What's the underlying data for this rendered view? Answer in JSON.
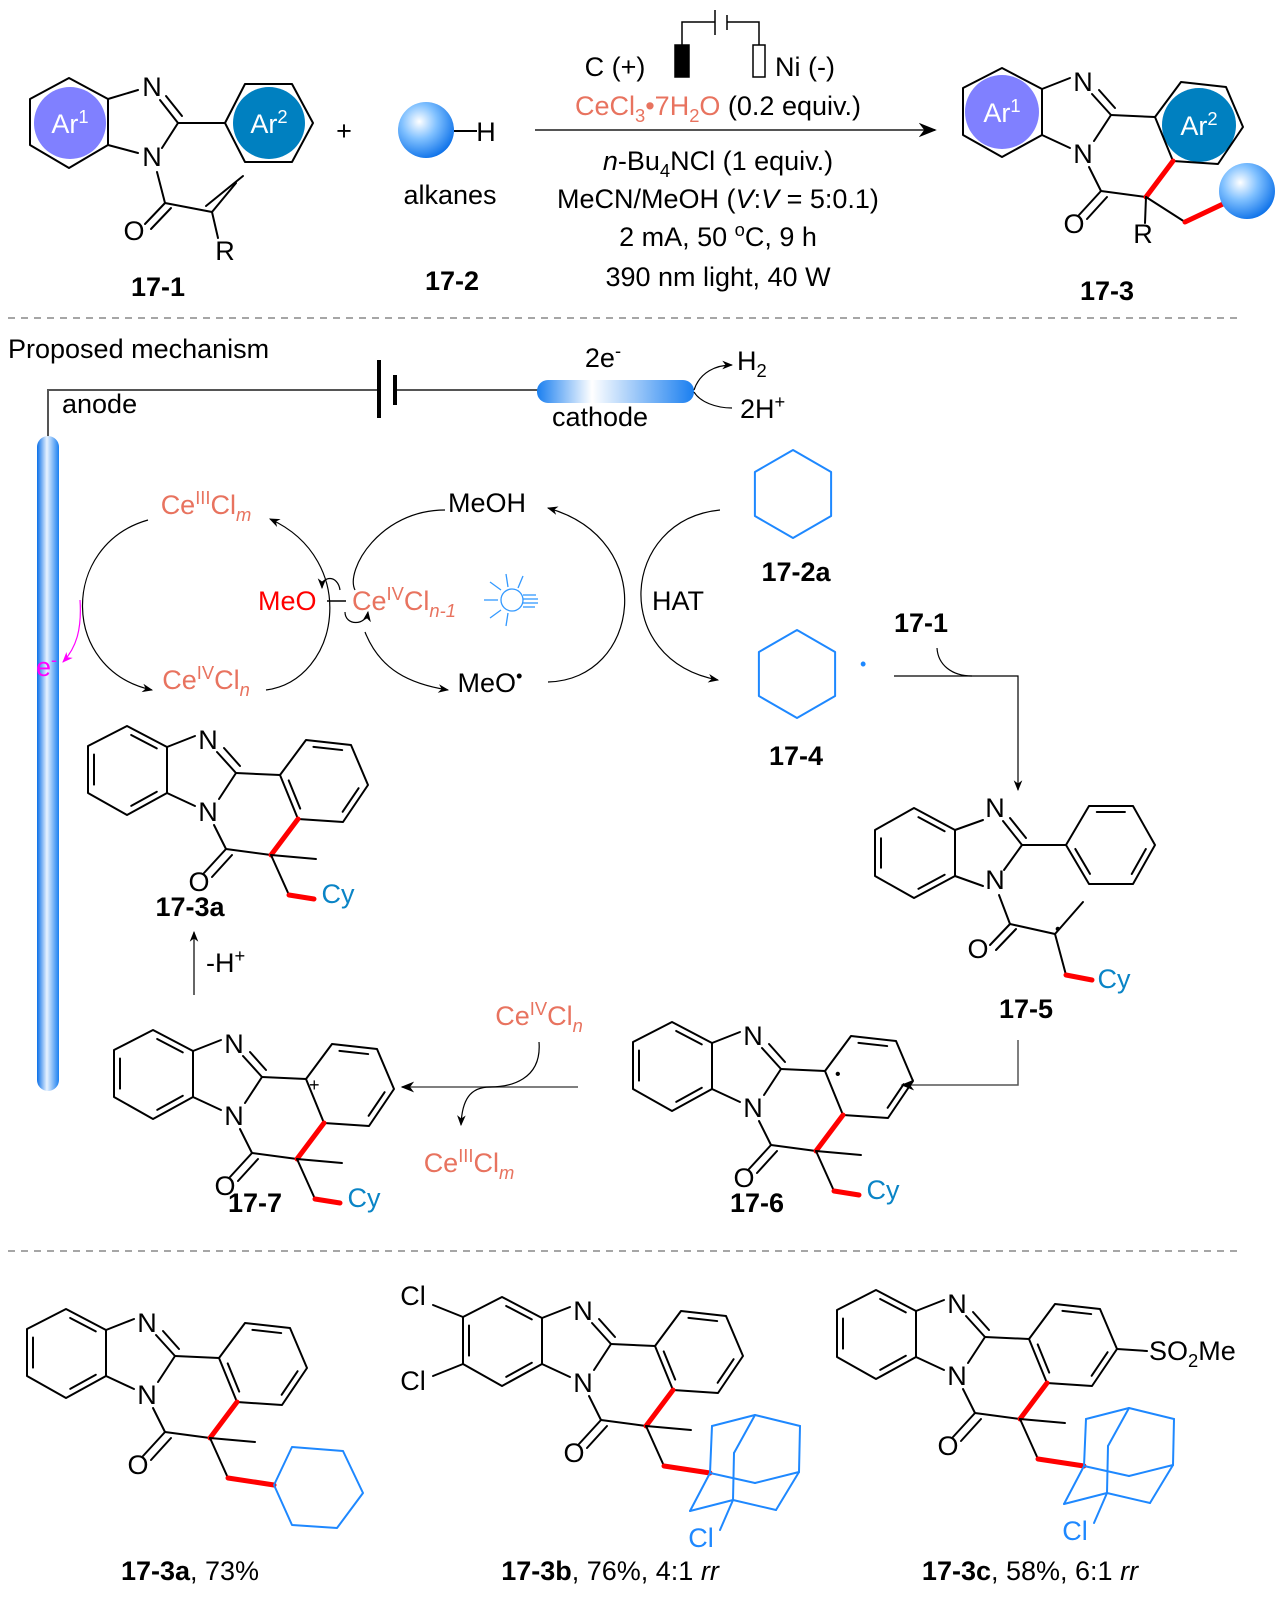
{
  "atoms": {
    "N": "N",
    "O": "O",
    "R": "R",
    "H": "H",
    "Cy": "Cy",
    "Cl": "Cl"
  },
  "colors": {
    "cerium": "#e8735f",
    "new_bond": "#ff0000",
    "alkyl": "#0a84c6",
    "cyclohexane": "#1e88ff",
    "ar1": "#8080ff",
    "ar2": "#0080c0",
    "electron": "#ff00ff"
  },
  "reaction": {
    "plus": "+",
    "ar1": [
      [
        "Ar",
        ""
      ],
      [
        "1",
        "sup"
      ]
    ],
    "ar2": [
      [
        "Ar",
        ""
      ],
      [
        "2",
        "sup"
      ]
    ],
    "alkanes": "alkanes",
    "compound_1": "17-1",
    "compound_2": "17-2",
    "compound_3": "17-3",
    "anode_label": "C (+)",
    "cathode_label": "Ni (-)",
    "catalyst": [
      [
        "CeCl",
        "ce"
      ],
      [
        "3",
        "sub-ce"
      ],
      [
        "•7H",
        "ce"
      ],
      [
        "2",
        "sub-ce"
      ],
      [
        "O",
        "ce"
      ],
      [
        " (0.2 equiv.)",
        ""
      ]
    ],
    "conditions": [
      [
        [
          "n",
          "i"
        ],
        [
          "-Bu",
          ""
        ],
        [
          "4",
          "sub"
        ],
        [
          "NCl (1 equiv.)",
          ""
        ]
      ],
      [
        [
          "MeCN/MeOH (",
          ""
        ],
        [
          "V",
          "i"
        ],
        [
          ":",
          ""
        ],
        [
          "V",
          "i"
        ],
        [
          " = 5:0.1)",
          ""
        ]
      ],
      [
        [
          "2 mA, 50 ",
          ""
        ],
        [
          "o",
          "sup"
        ],
        [
          "C, 9 h",
          ""
        ]
      ],
      [
        [
          "390 nm light, 40 W",
          ""
        ]
      ]
    ]
  },
  "mechanism": {
    "title": "Proposed mechanism",
    "anode": "anode",
    "cathode": "cathode",
    "electrons": [
      [
        "2e",
        ""
      ],
      [
        "-",
        "sup"
      ]
    ],
    "h2": [
      [
        "H",
        ""
      ],
      [
        "2",
        "sub"
      ]
    ],
    "protons": [
      [
        "2H",
        ""
      ],
      [
        "+",
        "sup"
      ]
    ],
    "ce3": [
      [
        "Ce",
        ""
      ],
      [
        "III",
        "sup"
      ],
      [
        "Cl",
        ""
      ],
      [
        "m",
        "sub-i"
      ]
    ],
    "ce4": [
      [
        "Ce",
        ""
      ],
      [
        "IV",
        "sup"
      ],
      [
        "Cl",
        ""
      ],
      [
        "n",
        "sub-i"
      ]
    ],
    "complex_meo": "MeO",
    "complex_ce": [
      [
        "Ce",
        ""
      ],
      [
        "IV",
        "sup"
      ],
      [
        "Cl",
        ""
      ],
      [
        "n-1",
        "sub-i"
      ]
    ],
    "meoh": "MeOH",
    "meo_radical": [
      [
        "MeO",
        ""
      ],
      [
        "•",
        "sup"
      ]
    ],
    "hat": "HAT",
    "e_minus": [
      [
        "e",
        ""
      ],
      [
        "-",
        "sup"
      ]
    ],
    "cyclohexane": "17-2a",
    "cyclohexyl_radical": "17-4",
    "reagent_17_1": "17-1",
    "int_5": "17-5",
    "int_6": "17-6",
    "int_7": "17-7",
    "product": "17-3a",
    "deprotonation": [
      [
        "-H",
        ""
      ],
      [
        "+",
        "sup"
      ]
    ],
    "radical_dot": "•",
    "cation": "+"
  },
  "examples": [
    {
      "id": "17-3a",
      "rest": [
        [
          ", 73%",
          ""
        ]
      ]
    },
    {
      "id": "17-3b",
      "rest": [
        [
          ", 76%, 4:1 ",
          ""
        ],
        [
          "rr",
          "i"
        ]
      ]
    },
    {
      "id": "17-3c",
      "rest": [
        [
          ", 58%, 6:1 ",
          ""
        ],
        [
          "rr",
          "i"
        ]
      ],
      "substituent": [
        [
          "SO",
          ""
        ],
        [
          "2",
          "sub"
        ],
        [
          "Me",
          ""
        ]
      ]
    }
  ]
}
